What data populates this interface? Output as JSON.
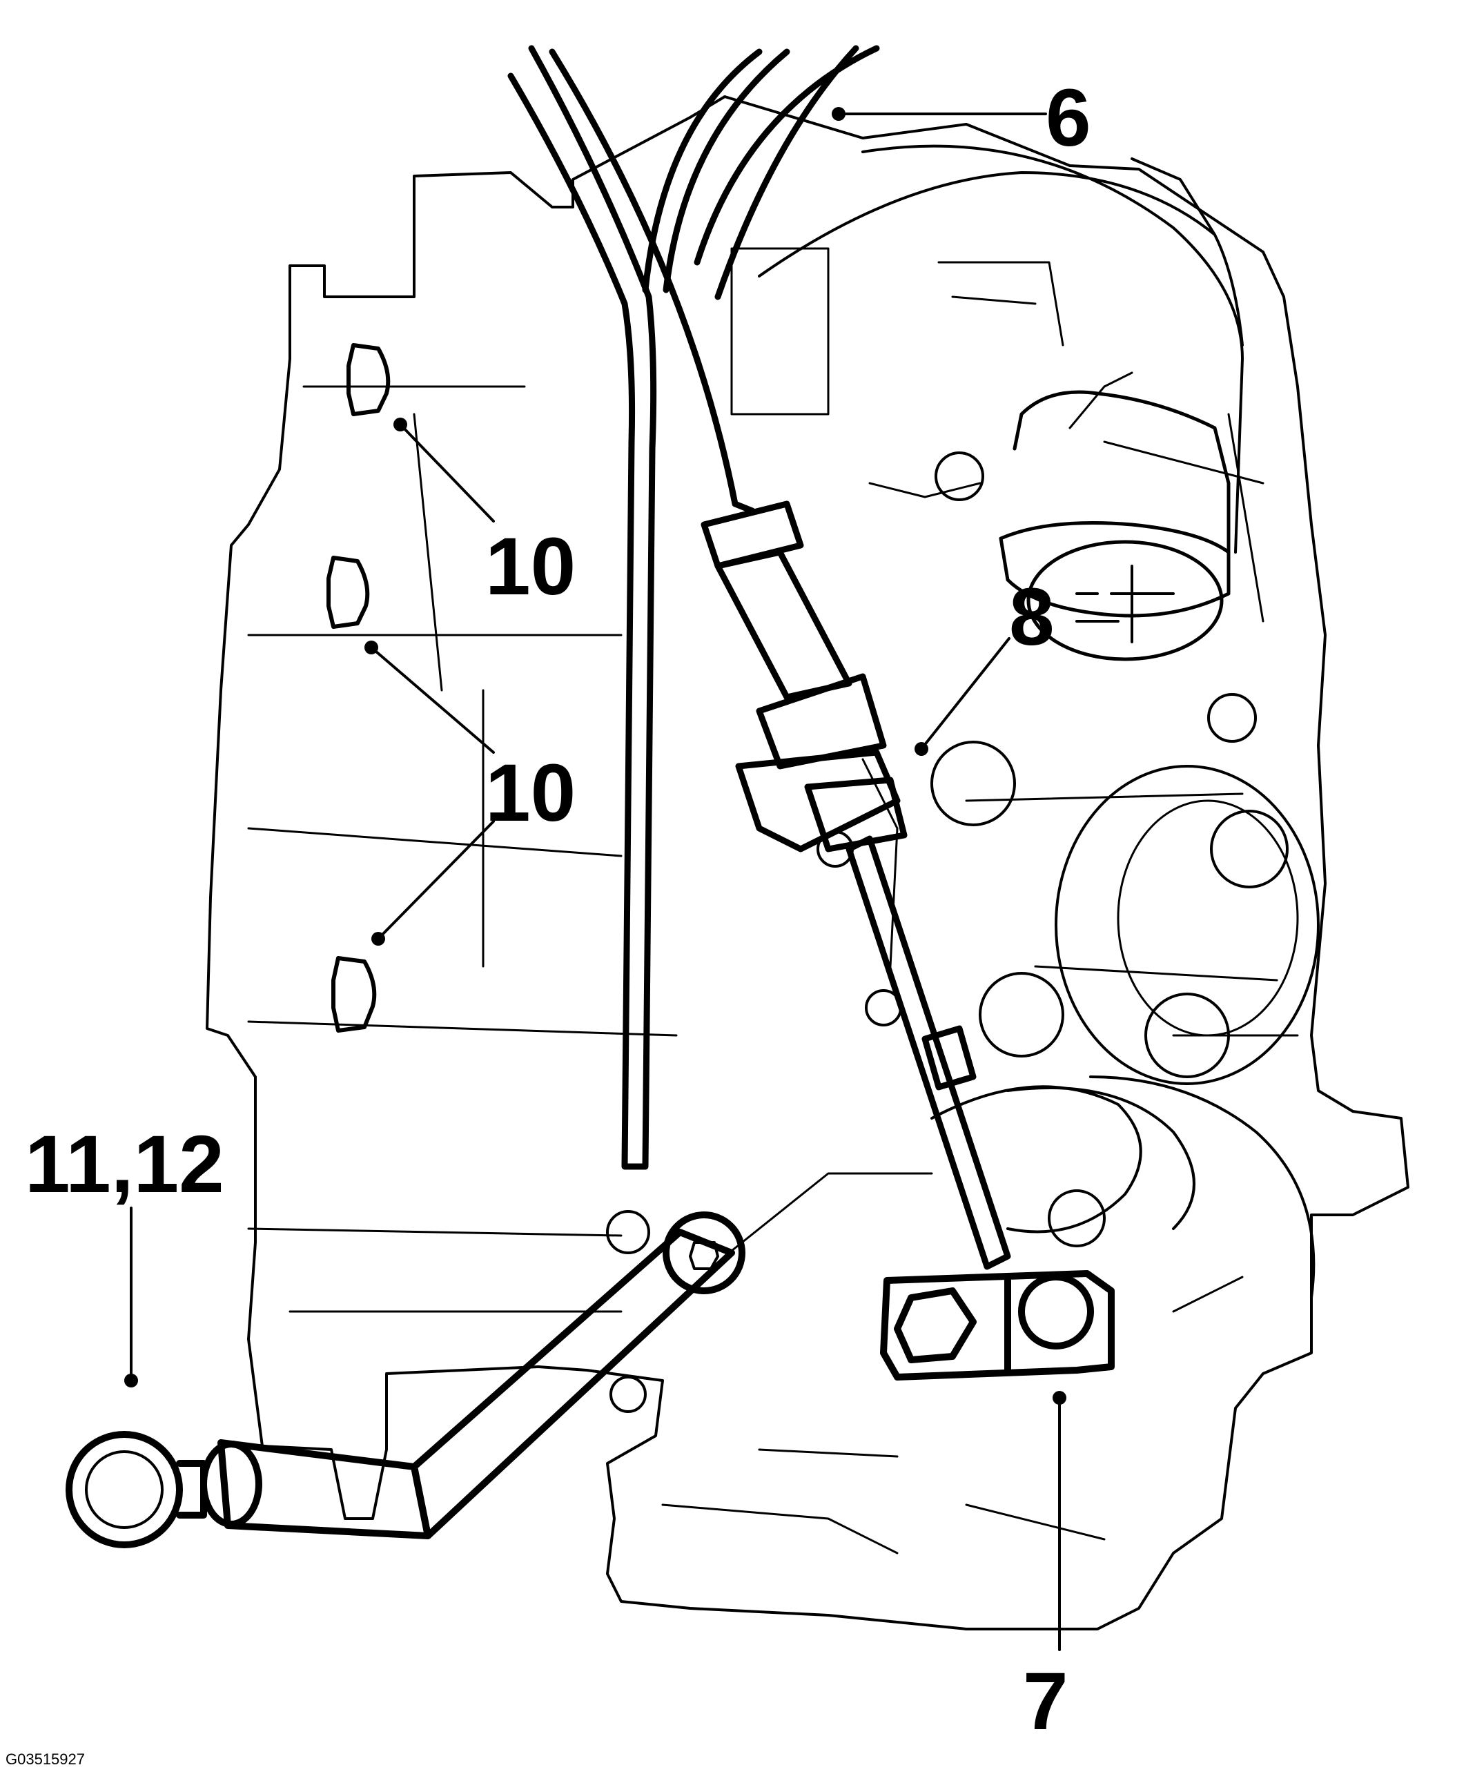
{
  "figure_id": "G03515927",
  "callouts": {
    "c6": "6",
    "c7": "7",
    "c8": "8",
    "c10_upper": "10",
    "c10_lower": "10",
    "c11_12": "11,12"
  }
}
